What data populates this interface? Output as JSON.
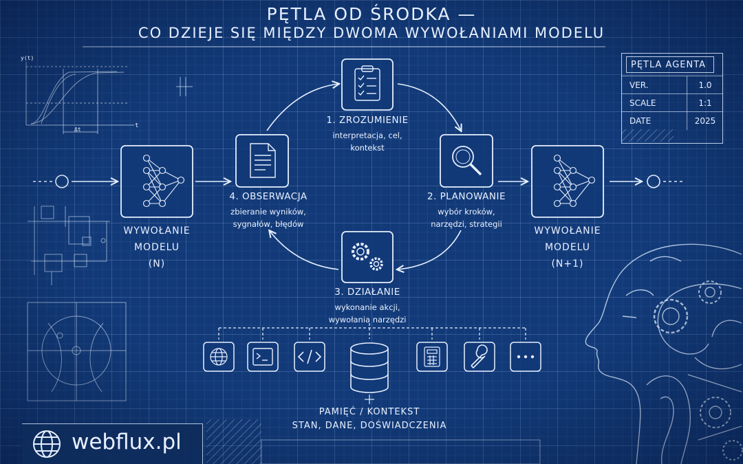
{
  "title": {
    "line1": "PĘTLA OD ŚRODKA —",
    "line2": "CO DZIEJE SIĘ MIĘDZY DWOMA WYWOŁANIAMI MODELU"
  },
  "steps": [
    {
      "title": "1. ZROZUMIENIE",
      "desc": [
        "interpretacja, cel,",
        "kontekst"
      ],
      "icon": "clipboard-checklist-icon"
    },
    {
      "title": "2. PLANOWANIE",
      "desc": [
        "wybór kroków,",
        "narzędzi, strategii"
      ],
      "icon": "magnifier-icon"
    },
    {
      "title": "3. DZIAŁANIE",
      "desc": [
        "wykonanie akcji,",
        "wywołania narzędzi"
      ],
      "icon": "gears-icon"
    },
    {
      "title": "4. OBSERWACJA",
      "desc": [
        "zbieranie wyników,",
        "sygnałów, błędów"
      ],
      "icon": "document-icon"
    }
  ],
  "model_left": {
    "lines": [
      "WYWOŁANIE",
      "MODELU",
      "(N)"
    ],
    "icon": "neural-network-icon"
  },
  "model_right": {
    "lines": [
      "WYWOŁANIE",
      "MODELU",
      "(N+1)"
    ],
    "icon": "neural-network-icon"
  },
  "tools": [
    "globe-icon",
    "terminal-icon",
    "code-icon",
    "database-icon",
    "calculator-icon",
    "wrench-icon",
    "more-icon"
  ],
  "memory": {
    "title": "PAMIĘĆ / KONTEKST",
    "subtitle": "STAN, DANE, DOŚWIADCZENIA"
  },
  "title_block": {
    "header": "PĘTLA AGENTA",
    "rows": [
      {
        "key": "VER.",
        "value": "1.0"
      },
      {
        "key": "SCALE",
        "value": "1:1"
      },
      {
        "key": "DATE",
        "value": "2025"
      }
    ]
  },
  "sketch_labels": {
    "y_axis": "y(t)",
    "x_axis": "t",
    "delta": "Δt"
  },
  "logo": {
    "text": "webflux.pl",
    "icon": "globe-icon"
  }
}
